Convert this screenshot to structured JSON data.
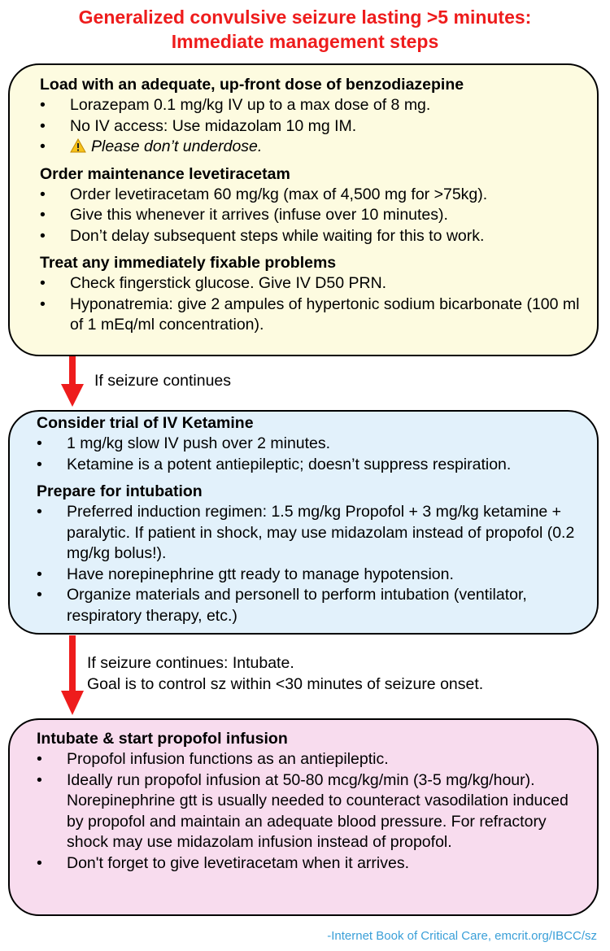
{
  "title_line1": "Generalized convulsive seizure lasting >5 minutes:",
  "title_line2": "Immediate management steps",
  "box1": {
    "sections": [
      {
        "heading": "Load with an adequate, up-front dose of benzodiazepine",
        "items": [
          "Lorazepam 0.1 mg/kg IV up to a max dose of 8 mg.",
          "No IV access: Use midazolam 10 mg IM."
        ],
        "warning_text": "Please don’t underdose."
      },
      {
        "heading": "Order maintenance levetiracetam",
        "items": [
          "Order levetiracetam 60 mg/kg (max of 4,500 mg for >75kg).",
          "Give this whenever it arrives (infuse over 10 minutes).",
          "Don’t delay subsequent steps while waiting for this to work."
        ]
      },
      {
        "heading": "Treat any immediately fixable problems",
        "items": [
          "Check fingerstick glucose. Give IV D50 PRN.",
          "Hyponatremia: give 2 ampules of hypertonic sodium bicarbonate (100 ml of 1 mEq/ml concentration)."
        ]
      }
    ]
  },
  "arrow1_label": "If seizure continues",
  "box2": {
    "sections": [
      {
        "heading": "Consider trial of IV Ketamine",
        "items": [
          "1 mg/kg slow IV push over 2 minutes.",
          "Ketamine is a potent antiepileptic; doesn’t suppress respiration."
        ]
      },
      {
        "heading": "Prepare for intubation",
        "items": [
          "Preferred induction regimen: 1.5 mg/kg Propofol + 3 mg/kg ketamine + paralytic. If patient in shock, may use midazolam instead of propofol (0.2 mg/kg bolus!).",
          "Have norepinephrine gtt ready to manage hypotension.",
          "Organize materials and personell to perform intubation (ventilator, respiratory therapy, etc.)"
        ]
      }
    ]
  },
  "arrow2_label_line1": "If seizure continues: Intubate.",
  "arrow2_label_line2": "Goal is to control sz within <30 minutes of seizure onset.",
  "box3": {
    "sections": [
      {
        "heading": "Intubate & start propofol infusion",
        "items": [
          "Propofol infusion functions as an antiepileptic.",
          "Ideally run propofol infusion at 50-80 mcg/kg/min (3-5 mg/kg/hour). Norepinephrine gtt is usually needed to counteract vasodilation induced by propofol and maintain an adequate blood pressure.  For refractory shock may use midazolam infusion instead of propofol.",
          "Don't forget to give levetiracetam when it arrives."
        ]
      }
    ]
  },
  "credit": "-Internet Book of Critical Care, emcrit.org/IBCC/sz",
  "colors": {
    "title": "#ee1c1c",
    "arrow": "#ee1c1c",
    "box1_fill": "#fdfbe0",
    "box2_fill": "#e2f1fb",
    "box3_fill": "#f8dcee",
    "credit": "#3a9fd8"
  },
  "icons": {
    "warning": "warning-triangle-icon"
  }
}
